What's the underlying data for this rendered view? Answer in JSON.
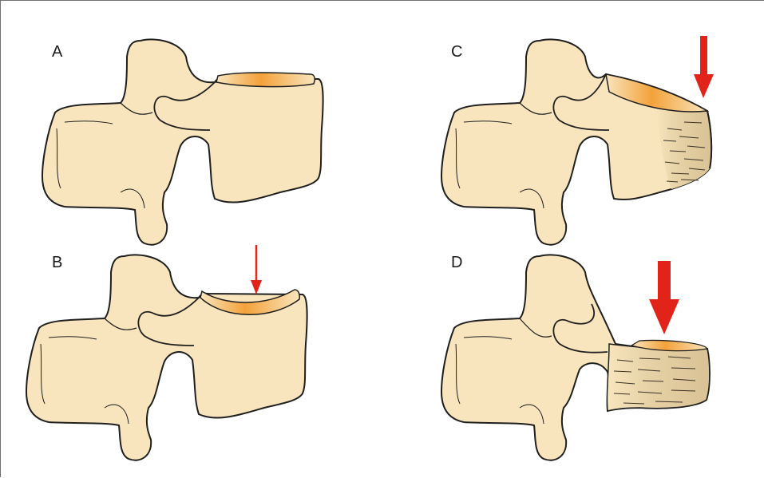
{
  "panels": [
    {
      "label": "A",
      "arrow": "none"
    },
    {
      "label": "B",
      "arrow": "thin"
    },
    {
      "label": "C",
      "arrow": "medium"
    },
    {
      "label": "D",
      "arrow": "large"
    }
  ],
  "colors": {
    "bone_fill": "#f9e5bd",
    "outline": "#1f1f1f",
    "endplate_orange": "#f3a23a",
    "compressed_body": "#e3cfa3",
    "arrow_red": "#e2231a"
  }
}
